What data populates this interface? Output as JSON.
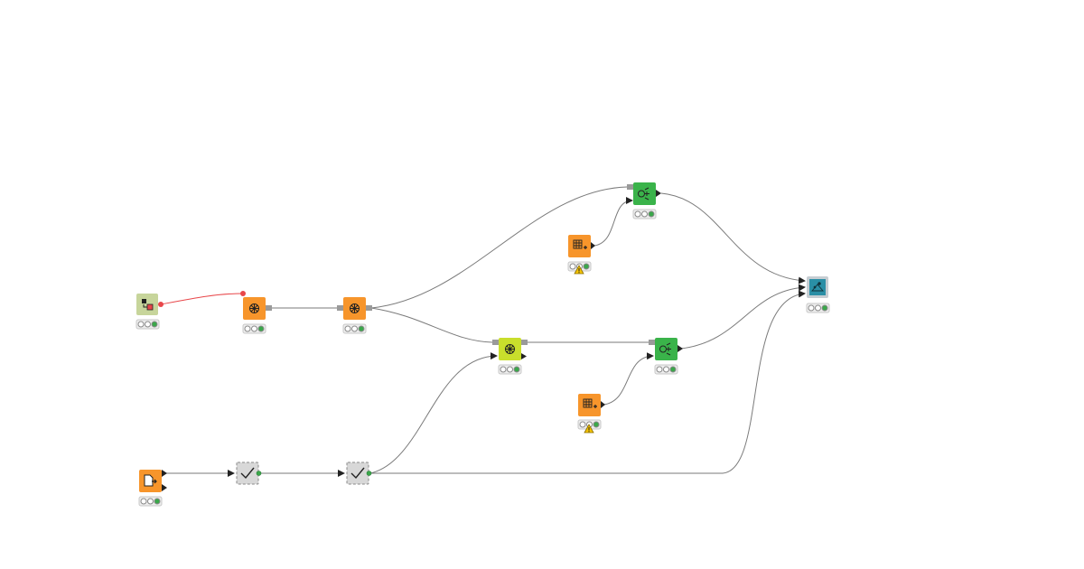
{
  "colors": {
    "connection": "#7a7a7a",
    "flow_variable": "#e8474a",
    "orange_node": "#f7952b",
    "green_node": "#3ab34a",
    "lime_node": "#c9de2c",
    "pale_green_node": "#c7d59b",
    "teal_node": "#2a8fa6",
    "component_node": "#d8d8d8",
    "status_ready": "#3aa84a",
    "status_idle": "#ffffff",
    "warning": "#f5c400"
  },
  "nodes": [
    {
      "id": "variable-node",
      "kind": "pale_green_node",
      "icon": "flow-variable-icon",
      "status": "ready",
      "warning": false
    },
    {
      "id": "model-node-1",
      "kind": "orange_node",
      "icon": "learner-icon",
      "status": "ready",
      "warning": false
    },
    {
      "id": "model-node-2",
      "kind": "orange_node",
      "icon": "learner-icon",
      "status": "ready",
      "warning": false
    },
    {
      "id": "predictor-node",
      "kind": "green_node",
      "icon": "predictor-icon",
      "status": "ready",
      "warning": false
    },
    {
      "id": "table-creator-top",
      "kind": "orange_node",
      "icon": "table-icon",
      "status": "ready",
      "warning": true
    },
    {
      "id": "merge-node",
      "kind": "lime_node",
      "icon": "learner-icon",
      "status": "ready",
      "warning": false
    },
    {
      "id": "predictor-node-2",
      "kind": "green_node",
      "icon": "predictor-icon",
      "status": "ready",
      "warning": false
    },
    {
      "id": "table-creator-bottom",
      "kind": "orange_node",
      "icon": "table-icon",
      "status": "ready",
      "warning": true
    },
    {
      "id": "output-node",
      "kind": "teal_node",
      "icon": "view-icon",
      "status": "ready",
      "warning": false
    },
    {
      "id": "file-reader-node",
      "kind": "orange_node",
      "icon": "file-reader-icon",
      "status": "ready",
      "warning": false
    },
    {
      "id": "component-node-1",
      "kind": "component_node",
      "icon": "checkmark-icon",
      "status": "none",
      "warning": false
    },
    {
      "id": "component-node-2",
      "kind": "component_node",
      "icon": "checkmark-icon",
      "status": "none",
      "warning": false
    }
  ],
  "connections": [
    {
      "from": "variable-node",
      "to": "model-node-1",
      "type": "flow_variable"
    },
    {
      "from": "model-node-1",
      "to": "model-node-2",
      "type": "model"
    },
    {
      "from": "model-node-2",
      "to": "predictor-node",
      "type": "model"
    },
    {
      "from": "model-node-2",
      "to": "merge-node",
      "type": "model"
    },
    {
      "from": "table-creator-top",
      "to": "predictor-node",
      "type": "data"
    },
    {
      "from": "merge-node",
      "to": "predictor-node-2",
      "type": "model"
    },
    {
      "from": "table-creator-bottom",
      "to": "predictor-node-2",
      "type": "data"
    },
    {
      "from": "predictor-node",
      "to": "output-node",
      "type": "data"
    },
    {
      "from": "predictor-node-2",
      "to": "output-node",
      "type": "data"
    },
    {
      "from": "file-reader-node",
      "to": "component-node-1",
      "type": "data"
    },
    {
      "from": "component-node-1",
      "to": "component-node-2",
      "type": "data"
    },
    {
      "from": "component-node-2",
      "to": "merge-node",
      "type": "data"
    },
    {
      "from": "component-node-2",
      "to": "output-node",
      "type": "data"
    }
  ]
}
